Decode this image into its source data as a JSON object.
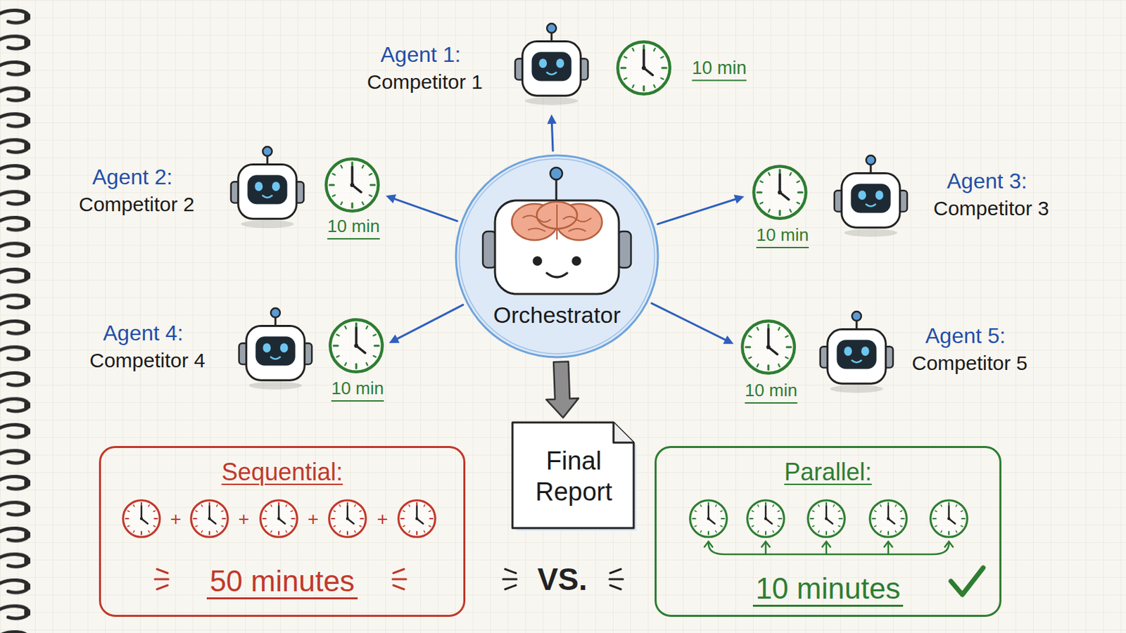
{
  "diagram": {
    "nodes": [
      {
        "text": [
          "Agent 1:",
          "Competitor 1"
        ]
      },
      {
        "text": [
          "Agent 2:",
          "Competitor 2"
        ]
      },
      {
        "text": [
          "Agent 3:",
          "Competitor 3"
        ]
      },
      {
        "text": [
          "Orchestrator"
        ]
      },
      {
        "text": [
          "Agent 4:",
          "Competitor 4"
        ]
      },
      {
        "text": [
          "Agent 5:",
          "Competitor 5"
        ]
      },
      {
        "text": [
          "Final Report"
        ]
      },
      {
        "text": [
          "Sequential:",
          "50 minutes"
        ]
      },
      {
        "text": [
          "Parallel:",
          "10 minutes"
        ]
      }
    ],
    "edges": [
      {
        "from": 3,
        "to": 0,
        "arrow": "to"
      },
      {
        "from": 3,
        "to": 1,
        "arrow": "to"
      },
      {
        "from": 3,
        "to": 2,
        "arrow": "to"
      },
      {
        "from": 3,
        "to": 4,
        "arrow": "to"
      },
      {
        "from": 3,
        "to": 5,
        "arrow": "to"
      },
      {
        "from": 3,
        "to": 6,
        "arrow": "to"
      }
    ],
    "labels": [
      "10 min",
      "10 min",
      "10 min",
      "10 min",
      "10 min",
      "+",
      "+",
      "+",
      "+",
      "VS."
    ]
  }
}
